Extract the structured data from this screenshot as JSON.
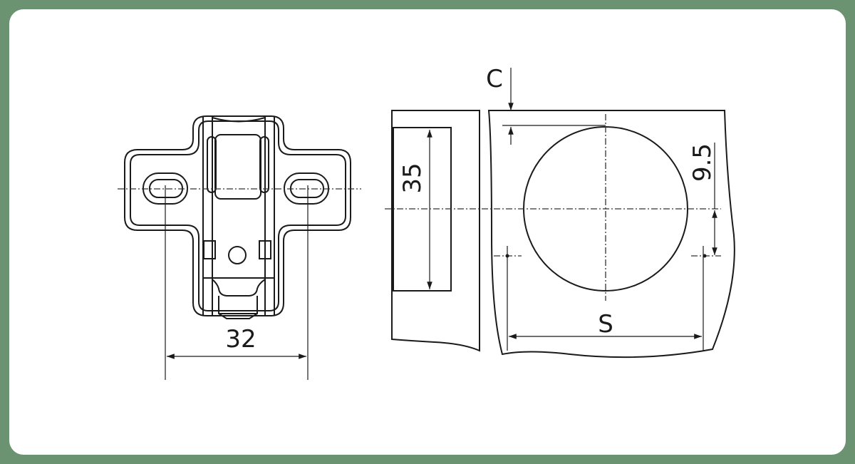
{
  "hinge_plate": {
    "dimension_label": "32"
  },
  "cabinet_side": {
    "dimension_label": "35"
  },
  "door": {
    "edge_distance_label": "C",
    "offset_label": "9.5",
    "spacing_label": "S"
  },
  "colors": {
    "border": "#6b9371",
    "panel_dark": "#d9d9d9",
    "panel_light": "#ececec",
    "line": "#1a1a1a"
  }
}
